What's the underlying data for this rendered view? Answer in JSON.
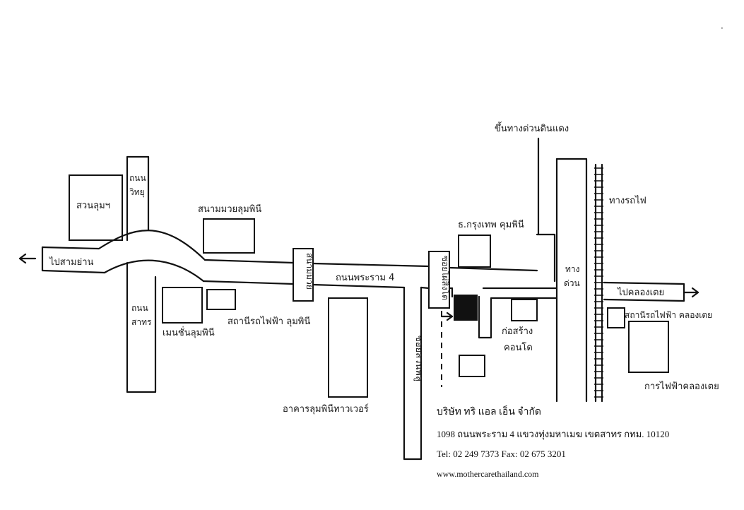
{
  "map": {
    "roads": {
      "rama4": "ถนนพระราม 4",
      "witthayu": "ถนน\nวิทยุ",
      "sathorn": "ถนน\nสาทร",
      "to_samyan": "ไปสามย่าน",
      "to_khlongtoei": "ไปคลองเตย",
      "expressway": "ทาง\nด่วน",
      "expressway_ramp": "ขึ้นทางด่วนดินแดง",
      "railway": "ทางรถไฟ",
      "soi_sanam_muay": "สนามมวย",
      "soi_phai_singto": "ซอยไผ่สิงโต",
      "soi_suan_phlu": "ซอยสวนพลู"
    },
    "places": {
      "lumpini_park": "สวนลุมฯ",
      "lumpini_boxing": "สนามมวยลุมพินี",
      "bangkok_bank": "ธ.กรุงเทพ คุมพินี",
      "mrt_lumpini_station": "สถานีรถไฟฟ้า ลุมพินี",
      "lumpini_mansion": "เมนชั่นลุมพินี",
      "lumpini_tower": "อาคารลุมพินีทาวเวอร์",
      "condo_construction": "ก่อสร้าง\nคอนโด",
      "mrt_khlongtoei_station": "สถานีรถไฟฟ้า คลองเตย",
      "power_authority": "การไฟฟ้าคลองเตย"
    },
    "colors": {
      "ink": "#111111",
      "destination": "#111111",
      "paper": "#ffffff"
    }
  },
  "company": {
    "name": "บริษัท ทริ แอล เอ็น จำกัด",
    "address": "1098 ถนนพระราม 4 แขวงทุ่งมหาเมฆ เขตสาทร กทม. 10120",
    "phone": "Tel:  02 249 7373    Fax:  02 675 3201",
    "website": "www.mothercarethailand.com"
  }
}
